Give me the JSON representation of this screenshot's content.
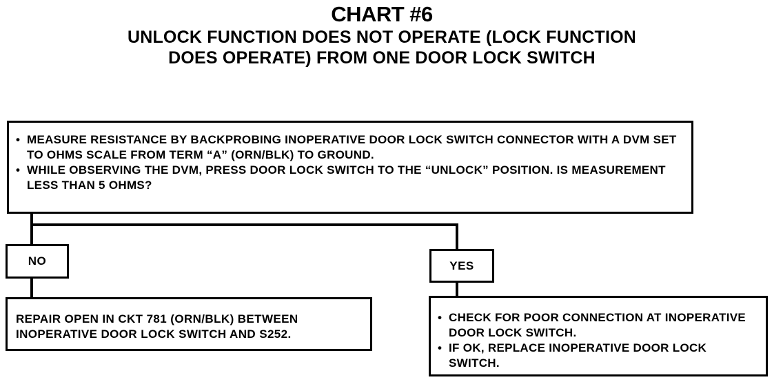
{
  "header": {
    "title": "CHART #6",
    "subtitle_line1": "UNLOCK FUNCTION DOES NOT OPERATE (LOCK FUNCTION",
    "subtitle_line2": "DOES OPERATE) FROM ONE DOOR LOCK SWITCH"
  },
  "step_box": {
    "bullets": [
      "MEASURE RESISTANCE BY BACKPROBING INOPERATIVE DOOR LOCK SWITCH CONNECTOR WITH A DVM SET TO OHMS SCALE FROM TERM “A” (ORN/BLK) TO GROUND.",
      "WHILE OBSERVING THE DVM, PRESS DOOR LOCK SWITCH TO THE “UNLOCK” POSITION. IS MEASUREMENT LESS THAN 5 OHMS?"
    ]
  },
  "branches": {
    "no": {
      "label": "NO",
      "result": "REPAIR OPEN IN CKT 781 (ORN/BLK) BETWEEN INOPERATIVE DOOR LOCK SWITCH AND S252."
    },
    "yes": {
      "label": "YES",
      "bullets": [
        "CHECK FOR POOR CONNECTION AT INOPERATIVE DOOR LOCK SWITCH.",
        "IF OK, REPLACE INOPERATIVE DOOR LOCK SWITCH."
      ]
    }
  }
}
